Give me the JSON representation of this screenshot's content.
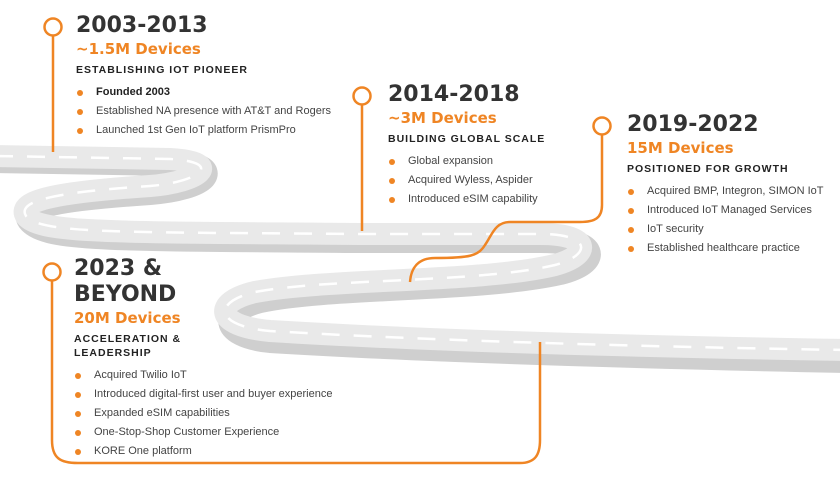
{
  "colors": {
    "accent": "#ef8524",
    "road": "#e9e9e9",
    "road_shadow": "#cfcfcf"
  },
  "milestones": [
    {
      "period": "2003-2013",
      "devices": "~1.5M Devices",
      "theme": "ESTABLISHING IOT PIONEER",
      "items": [
        "Founded 2003",
        "Established NA presence with AT&T and Rogers",
        "Launched 1st Gen IoT platform PrismPro"
      ]
    },
    {
      "period": "2014-2018",
      "devices": "~3M Devices",
      "theme": "BUILDING GLOBAL SCALE",
      "items": [
        "Global expansion",
        "Acquired Wyless, Aspider",
        "Introduced eSIM capability"
      ]
    },
    {
      "period": "2019-2022",
      "devices": "15M Devices",
      "theme": "POSITIONED FOR GROWTH",
      "items": [
        "Acquired BMP, Integron, SIMON IoT",
        "Introduced IoT Managed Services",
        "IoT security",
        "Established healthcare practice"
      ]
    },
    {
      "period_line1": "2023 &",
      "period_line2": "BEYOND",
      "devices": "20M Devices",
      "theme_line1": "ACCELERATION &",
      "theme_line2": "LEADERSHIP",
      "items": [
        "Acquired Twilio IoT",
        "Introduced digital-first user and buyer experience",
        "Expanded eSIM capabilities",
        "One-Stop-Shop Customer Experience",
        "KORE One platform"
      ]
    }
  ]
}
